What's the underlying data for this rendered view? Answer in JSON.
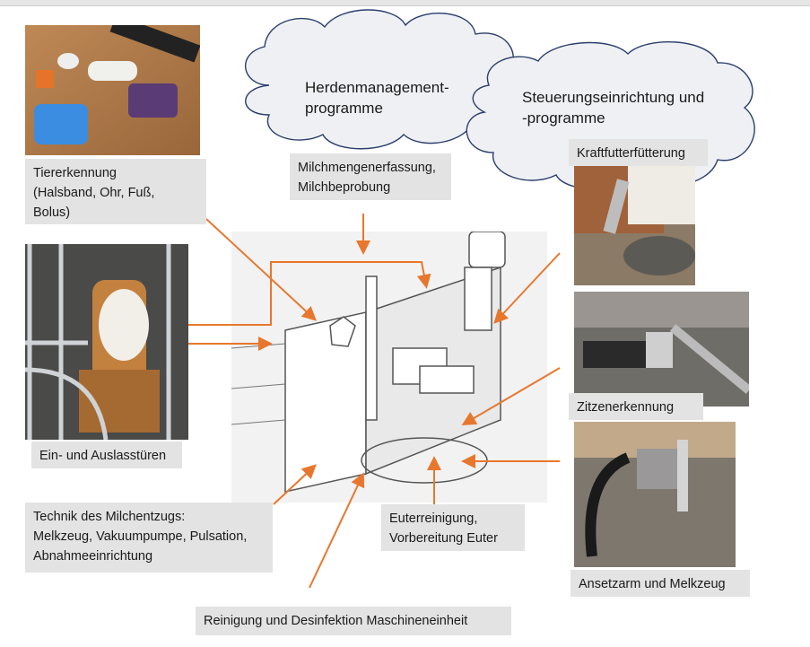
{
  "clouds": {
    "herd": {
      "line1": "Herdenmanagement-",
      "line2": "programme"
    },
    "control": {
      "line1": "Steuerungseinrichtung und",
      "line2": "-programme"
    }
  },
  "labels": {
    "tiererkennung": {
      "line1": "Tiererkennung",
      "line2": "(Halsband, Ohr, Fuß,",
      "line3": "Bolus)"
    },
    "milchmenge": {
      "line1": "Milchmengenerfassung,",
      "line2": "Milchbeprobung"
    },
    "kraftfutter": {
      "line1": "Kraftfutterfütterung"
    },
    "tueren": {
      "line1": "Ein- und Auslasstüren"
    },
    "zitzen": {
      "line1": "Zitzenerkennung"
    },
    "technik": {
      "line1": "Technik des Milchentzugs:",
      "line2": "Melkzeug, Vakuumpumpe, Pulsation,",
      "line3": "Abnahmeeinrichtung"
    },
    "euter": {
      "line1": "Euterreinigung,",
      "line2": "Vorbereitung Euter"
    },
    "ansetzarm": {
      "line1": "Ansetzarm und Melkzeug"
    },
    "reinigung": {
      "line1": "Reinigung und Desinfektion Maschineneinheit"
    }
  },
  "colors": {
    "arrow": "#e8772e",
    "label_bg": "#e3e3e3",
    "cloud_fill": "#eef0f4",
    "cloud_stroke": "#2c3e6b"
  }
}
